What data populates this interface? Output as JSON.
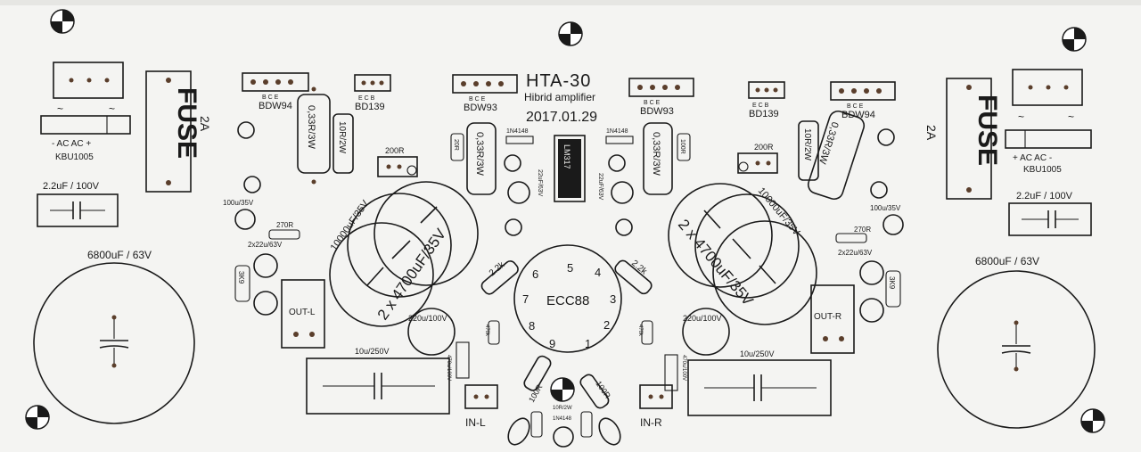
{
  "board": {
    "title": "HTA-30",
    "subtitle": "Hibrid amplifier",
    "date": "2017.01.29",
    "colors": {
      "substrate": "#f4f4f2",
      "silkscreen": "#1a1a1a",
      "pad": "#5a3e2b"
    }
  },
  "left": {
    "fuse": "FUSE",
    "fuse_rating": "2A",
    "bridge_pins": "-  AC AC  +",
    "bridge": "KBU1005",
    "cap_film": "2.2uF / 100V",
    "cap_main": "6800uF / 63V",
    "q_bdw94": "BDW94",
    "q_bd139": "BD139",
    "q_bdw93": "BDW93",
    "r_033": "0,33R/3W",
    "r_10r": "10R/2W",
    "pot": "200R",
    "c_100u35": "100u/35V",
    "r_270": "270R",
    "c_2x22": "2x22u/63V",
    "r_3k9": "3K9",
    "c_10000": "10000uF/35V",
    "c_2x4700": "2 x 4700uF/35V",
    "out": "OUT-L",
    "c_220u": "220u/100V",
    "c_10u250": "10u/250V",
    "c_470u": "470u/100V",
    "r_2k2": "2.2k",
    "r_470k": "470k",
    "in": "IN-L"
  },
  "right": {
    "fuse": "FUSE",
    "fuse_rating": "2A",
    "bridge_pins": "+  AC AC  -",
    "bridge": "KBU1005",
    "cap_film": "2.2uF / 100V",
    "cap_main": "6800uF / 63V",
    "q_bdw94": "BDW94",
    "q_bd139": "BD139",
    "q_bdw93": "BDW93",
    "r_033": "0,33R/3W",
    "r_10r": "10R/2W",
    "pot": "200R",
    "c_100u35": "100u/35V",
    "r_270": "270R",
    "c_2x22": "2x22u/63V",
    "r_3k9": "3K9",
    "c_10000": "10000uF/35V",
    "c_2x4700": "2 x 4700uF/35V",
    "out": "OUT-R",
    "c_220u": "220u/100V",
    "c_10u250": "10u/250V",
    "c_470u": "470u/100V",
    "r_2k2": "2.2k",
    "r_470k": "470k",
    "in": "IN-R"
  },
  "center": {
    "tube": "ECC88",
    "pins": [
      "1",
      "2",
      "3",
      "4",
      "5",
      "6",
      "7",
      "8",
      "9"
    ],
    "d_1n4148_l": "1N4148",
    "d_1n4148_r": "1N4148",
    "c_22u": "22uF/63V",
    "r_20r": "20R",
    "r_100r": "100R",
    "reg": "LM317",
    "r_10r2w": "10R/2W",
    "d_1n4148_b": "1N4148",
    "r_100r_b": "100R",
    "pin_labels": "B C E",
    "pin_labels_rev": "E C B"
  }
}
